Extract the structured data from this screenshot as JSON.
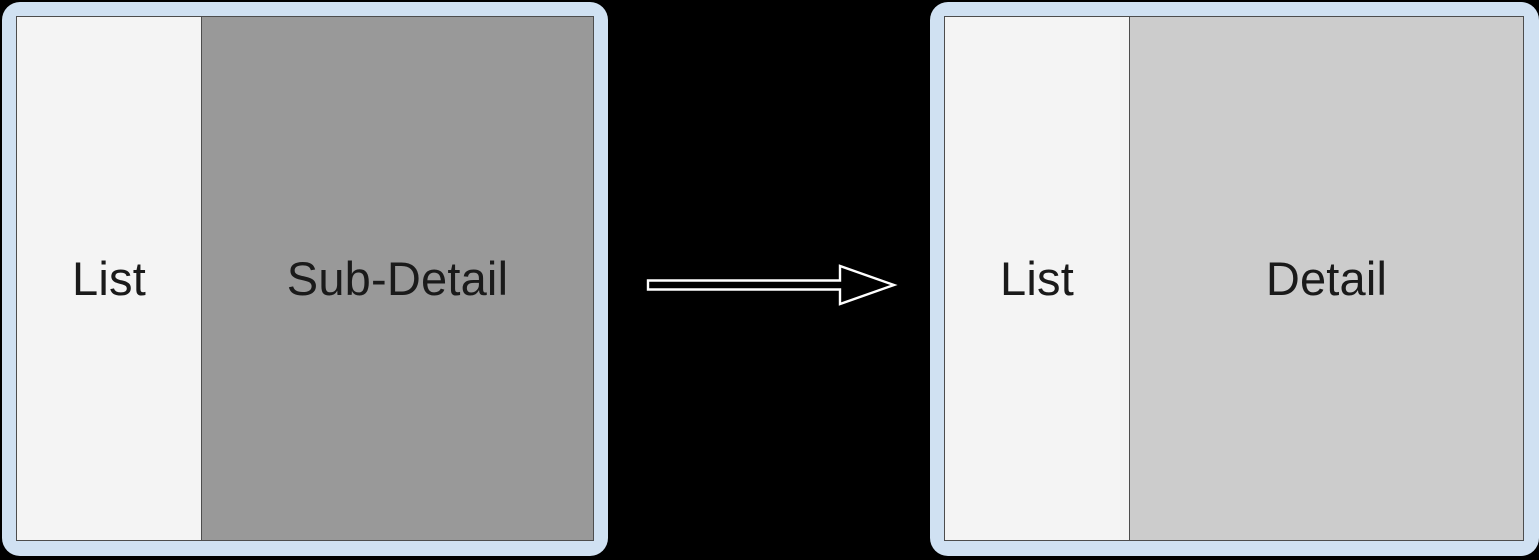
{
  "diagram": {
    "background_color": "#000000",
    "title": "",
    "arrow": {
      "icon": "arrow-right-outline-icon",
      "direction": "right",
      "style": "hollow-outline",
      "color": "#ffffff"
    },
    "frames": [
      {
        "id": "before",
        "frame_color": "#d0e1f2",
        "border_color": "#4d4d4d",
        "panes": [
          {
            "id": "list",
            "label": "List",
            "fill_color": "#f4f4f4"
          },
          {
            "id": "sub-detail",
            "label": "Sub-Detail",
            "fill_color": "#999999"
          }
        ]
      },
      {
        "id": "after",
        "frame_color": "#d0e1f2",
        "border_color": "#4d4d4d",
        "panes": [
          {
            "id": "list",
            "label": "List",
            "fill_color": "#f4f4f4"
          },
          {
            "id": "detail",
            "label": "Detail",
            "fill_color": "#cccccc"
          }
        ]
      }
    ]
  }
}
